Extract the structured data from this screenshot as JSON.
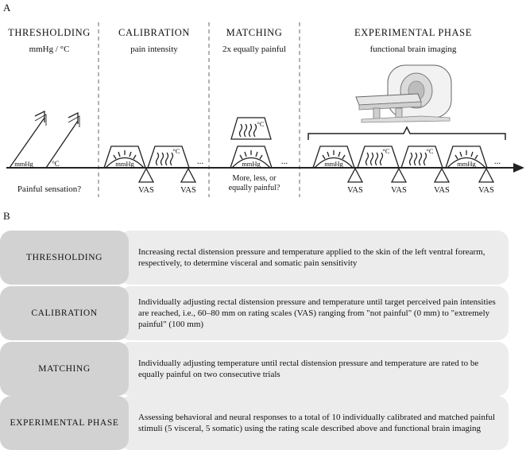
{
  "panel_a": {
    "label": "A",
    "phases": [
      {
        "title": "THRESHOLDING",
        "subtitle": "mmHg / °C"
      },
      {
        "title": "CALIBRATION",
        "subtitle": "pain intensity"
      },
      {
        "title": "MATCHING",
        "subtitle": "2x equally painful"
      },
      {
        "title": "EXPERIMENTAL PHASE",
        "subtitle": "functional brain imaging"
      }
    ],
    "thresholding": {
      "unit_pressure": "mmHg",
      "unit_temp": "°C",
      "question": "Painful sensation?"
    },
    "calibration": {
      "unit_pressure": "mmHg",
      "unit_temp": "°C",
      "vas_1": "VAS",
      "vas_2": "VAS",
      "ellipsis": "..."
    },
    "matching": {
      "unit_temp": "°C",
      "unit_pressure": "mmHg",
      "question_line1": "More, less, or",
      "question_line2": "equally painful?",
      "ellipsis": "..."
    },
    "experimental": {
      "stimuli": [
        "mmHg",
        "°C",
        "°C",
        "mmHg"
      ],
      "vas": [
        "VAS",
        "VAS",
        "VAS",
        "VAS"
      ],
      "ellipsis": "..."
    }
  },
  "panel_b": {
    "label": "B",
    "rows": [
      {
        "name": "THRESHOLDING",
        "description": "Increasing rectal distension pressure and temperature applied to the skin of the left ventral forearm, respectively, to determine visceral and somatic pain sensitivity"
      },
      {
        "name": "CALIBRATION",
        "description": "Individually adjusting rectal distension pressure and temperature until target perceived pain intensities are reached, i.e., 60–80 mm on rating scales (VAS) ranging from \"not painful\" (0 mm) to \"extremely painful\" (100 mm)"
      },
      {
        "name": "MATCHING",
        "description": "Individually adjusting temperature until rectal distension pressure and temperature are rated to be equally painful on two consecutive trials"
      },
      {
        "name": "EXPERIMENTAL PHASE",
        "description": "Assessing behavioral and neural responses to a total of 10 individually calibrated and matched painful stimuli (5 visceral, 5 somatic) using the rating scale described above and functional brain imaging"
      }
    ]
  },
  "colors": {
    "line": "#222222",
    "divider": "#8a8a8a",
    "pill": "#d2d2d2",
    "row_bg": "#ececec"
  },
  "icons": [
    "pressure-stimulus-icon",
    "heat-stimulus-icon",
    "arrow-up-icon",
    "vas-triangle-icon",
    "mri-scanner-icon"
  ]
}
